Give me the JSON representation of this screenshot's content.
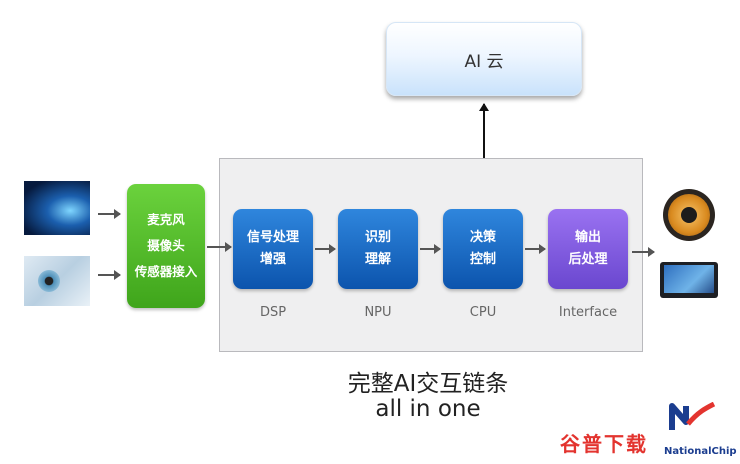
{
  "cloud": {
    "label": "AI 云"
  },
  "sensor": {
    "lines": [
      "麦克风",
      "摄像头",
      "传感器接入"
    ]
  },
  "blocks": [
    {
      "lines": [
        "信号处理",
        "增强"
      ],
      "label": "DSP"
    },
    {
      "lines": [
        "识别",
        "理解"
      ],
      "label": "NPU"
    },
    {
      "lines": [
        "决策",
        "控制"
      ],
      "label": "CPU"
    },
    {
      "lines": [
        "输出",
        "后处理"
      ],
      "label": "Interface"
    }
  ],
  "caption": {
    "line1": "完整AI交互链条",
    "line2": "all in one"
  },
  "logo": {
    "name": "NationalChip"
  },
  "watermark": {
    "text": "谷普下载"
  },
  "colors": {
    "green": "#4fbf28",
    "blue": "#1a67c4",
    "purple": "#7a58df",
    "panel": "#efeff0"
  }
}
